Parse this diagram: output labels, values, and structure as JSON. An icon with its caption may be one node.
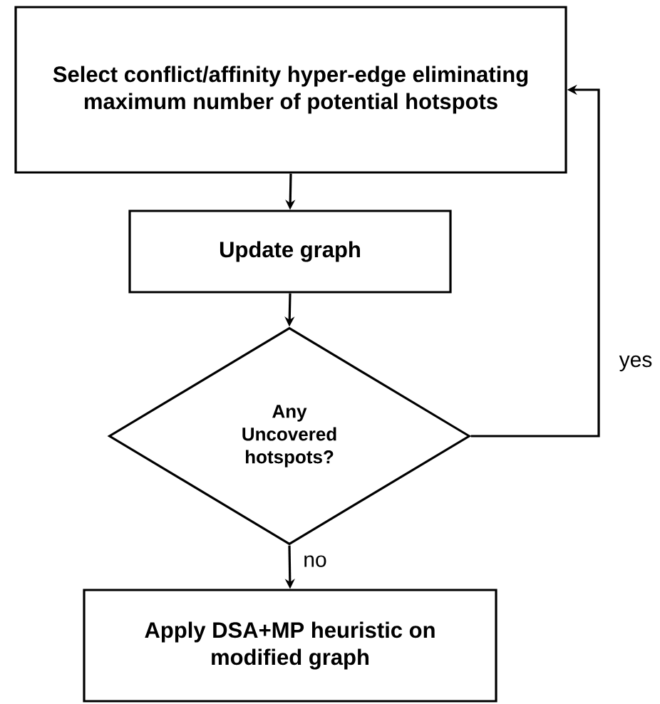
{
  "diagram": {
    "nodes": [
      {
        "text": [
          "Select conflict/affinity hyper-edge eliminating maximum number of potential hotspots"
        ]
      },
      {
        "text": [
          "Update graph"
        ]
      },
      {
        "text": [
          "Any Uncovered hotspots?"
        ]
      },
      {
        "text": [
          "Apply DSA+MP heuristic on modified graph"
        ]
      }
    ],
    "edges": [
      {
        "from": 0,
        "to": 1,
        "arrow": "to"
      },
      {
        "from": 1,
        "to": 2,
        "arrow": "to"
      },
      {
        "from": 2,
        "to": 3,
        "arrow": "to",
        "label": "no"
      },
      {
        "from": 2,
        "to": 0,
        "arrow": "to",
        "label": "yes"
      }
    ]
  }
}
